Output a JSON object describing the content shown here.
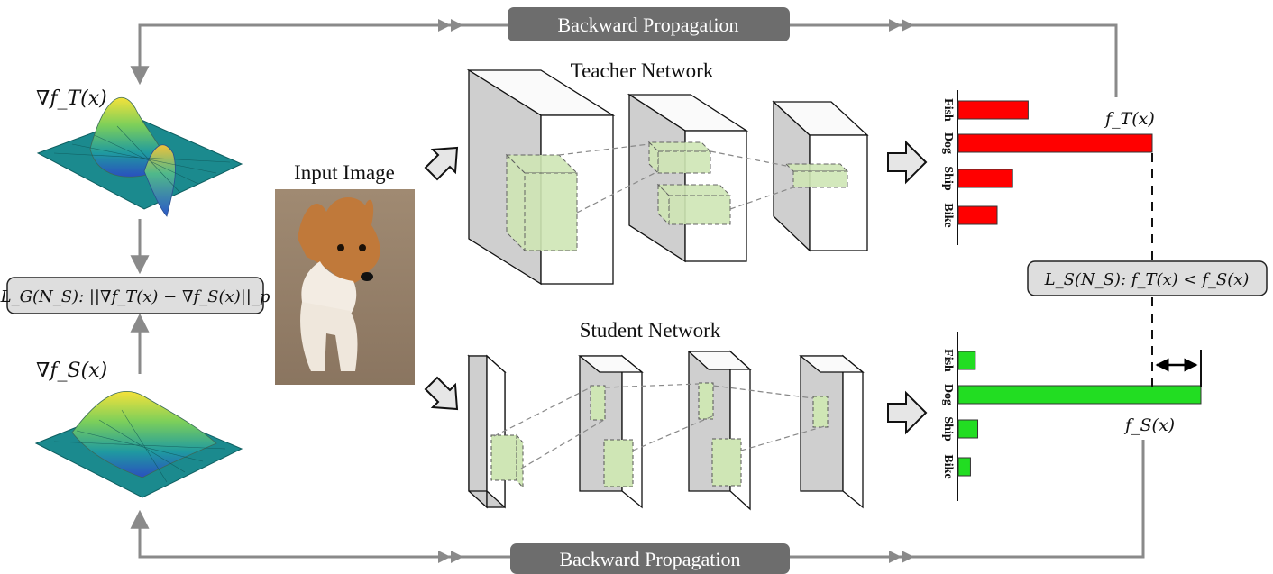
{
  "backprop_top": "Backward Propagation",
  "backprop_bottom": "Backward Propagation",
  "input_label": "Input Image",
  "teacher_label": "Teacher Network",
  "student_label": "Student Network",
  "grad_teacher": "∇f_T(x)",
  "grad_student": "∇f_S(x)",
  "loss_gradient": "L_G(N_S): ||∇f_T(x) − ∇f_S(x)||_p",
  "loss_output": "L_S(N_S): f_T(x) < f_S(x)",
  "teacher_output_label": "f_T(x)",
  "student_output_label": "f_S(x)",
  "colors": {
    "teacher_bar": "#ff0000",
    "student_bar": "#22dd22",
    "pill": "#6d6d6d",
    "arrow": "#8a8a8a",
    "feature": "#cfe6b5"
  },
  "chart_data": [
    {
      "type": "bar",
      "orientation": "horizontal",
      "categories": [
        "Fish",
        "Dog",
        "Ship",
        "Bike"
      ],
      "values": [
        0.36,
        1.0,
        0.28,
        0.2
      ],
      "series_color": "#ff0000"
    },
    {
      "type": "bar",
      "orientation": "horizontal",
      "categories": [
        "Fish",
        "Dog",
        "Ship",
        "Bike"
      ],
      "values": [
        0.07,
        1.0,
        0.08,
        0.05
      ],
      "series_color": "#22dd22"
    }
  ]
}
